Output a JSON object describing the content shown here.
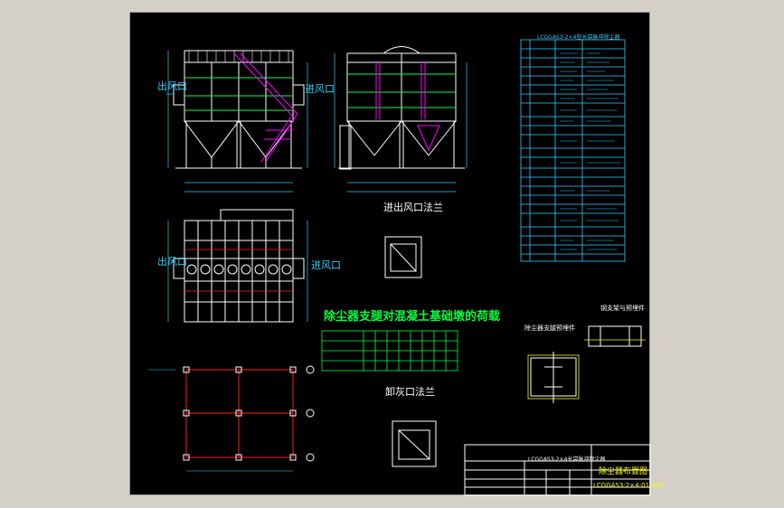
{
  "drawing": {
    "left_view": {
      "outlet_label": "出风口",
      "inlet_label": "进风口"
    },
    "plan_view": {
      "outlet_label": "出风口",
      "inlet_label": "进风口"
    },
    "flange_inlet_outlet_title": "进出风口法兰",
    "flange_ash_title": "卸灰口法兰",
    "load_table": {
      "title": "除尘器支腿对混凝土基础墩的荷载"
    },
    "spec_table": {
      "title": "LCGGAS3-2×4型长袋脉冲除尘器"
    },
    "detail_labels": {
      "embed_plate_left": "除尘器支腿预埋件",
      "embed_plate_right": "钢支架与预埋件"
    },
    "title_block": {
      "project": "LCGGAS3-2×4长袋脉冲除尘器",
      "drawing_name": "除尘器布置图",
      "drawing_no": "LCGGAS3-2×4-01-000"
    }
  },
  "colors": {
    "background": "#000000",
    "structure": "#ffffff",
    "dimension": "#2fd0ff",
    "bags": "#00ff40",
    "ladder": "#ff00ff",
    "grid": "#ff2020",
    "title": "#00ff40"
  }
}
